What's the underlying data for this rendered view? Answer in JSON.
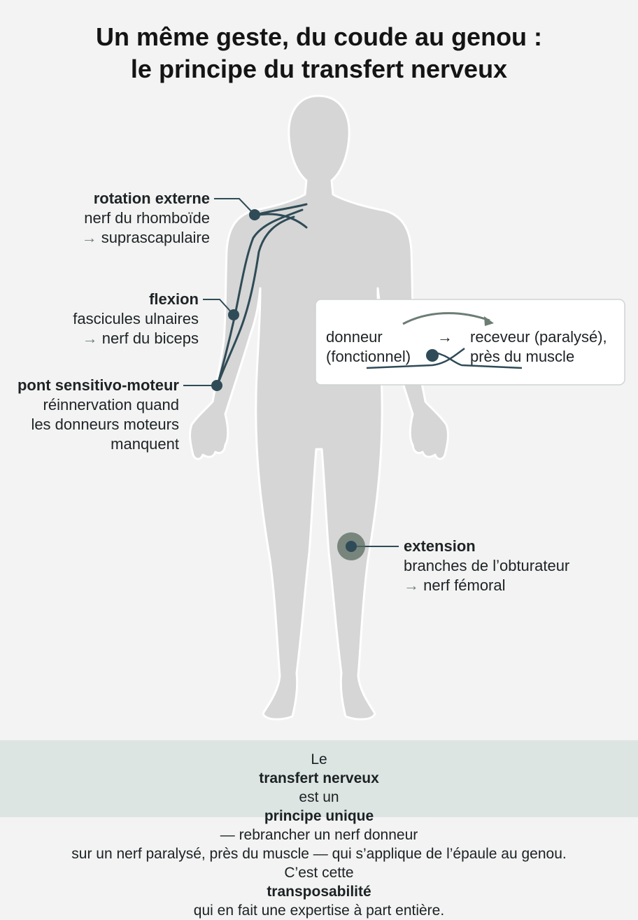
{
  "title": {
    "line1": "Un même geste, du coude au genou :",
    "line2": "le principe du transfert nerveux"
  },
  "arrow_glyph": "→",
  "labels": {
    "rotation": {
      "heading": "rotation externe",
      "line1": "nerf du rhomboïde",
      "line2": "suprascapulaire"
    },
    "flexion": {
      "heading": "flexion",
      "line1": "fascicules ulnaires",
      "line2": "nerf du biceps"
    },
    "pont": {
      "heading": "pont sensitivo-moteur",
      "line1": "réinnervation quand",
      "line2": "les donneurs moteurs",
      "line3": "manquent"
    },
    "extension": {
      "heading": "extension",
      "line1": "branches de l’obturateur",
      "line2": "nerf fémoral"
    }
  },
  "legend": {
    "donor_line1": "donneur",
    "donor_line2": "(fonctionnel)",
    "recipient_line1": "receveur (paralysé),",
    "recipient_line2": "près du muscle"
  },
  "footer": {
    "l1_a": "Le ",
    "l1_b": "transfert nerveux",
    "l1_c": " est un ",
    "l1_d": "principe unique",
    "l1_e": " — rebrancher un nerf donneur",
    "l2": "sur un nerf paralysé, près du muscle — qui s’applique de l’épaule au genou.",
    "l3_a": "C’est cette ",
    "l3_b": "transposabilité",
    "l3_c": " qui en fait une expertise à part entière."
  },
  "colors": {
    "background": "#f2f3f2",
    "body_fill": "#d5d6d5",
    "nerve": "#2f4b57",
    "knee_marker": "#57695e",
    "accent_arrow": "#6c7d74",
    "footer_band": "#dde5e3"
  }
}
